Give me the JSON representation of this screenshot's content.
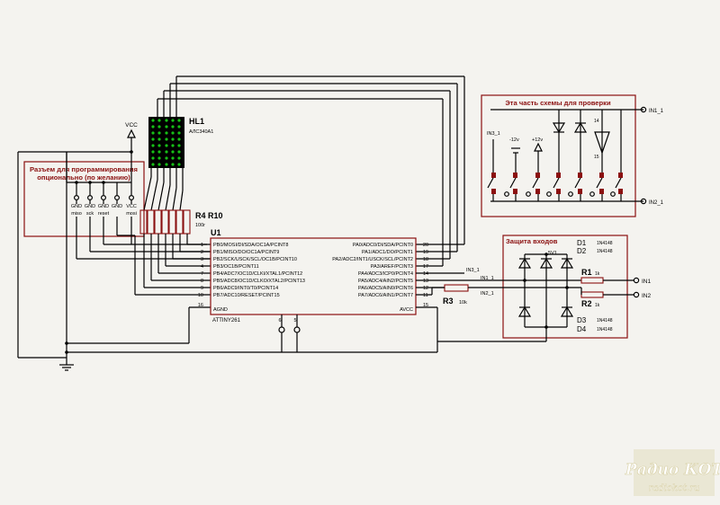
{
  "vcc_label": "VCC",
  "display": {
    "ref": "HL1",
    "part": "АЛС340А1"
  },
  "resistor_array": {
    "ref": "R4 R10",
    "value": "100r"
  },
  "programming_box": {
    "title_line1": "Разъем для программирования",
    "title_line2": "опционально (по желанию)",
    "pins_top": [
      "GND",
      "GND",
      "GND",
      "GND",
      "VCC"
    ],
    "pins_bottom": [
      "miso",
      "sck",
      "reset",
      "",
      "mosi"
    ]
  },
  "mcu": {
    "ref": "U1",
    "part": "ATTINY261",
    "left_pins": [
      {
        "num": "1",
        "name": "PB0/MOSI/DI/SDA/OC1A/PCINT8"
      },
      {
        "num": "2",
        "name": "PB1/MISO/DO/OC1A/PCINT9"
      },
      {
        "num": "3",
        "name": "PB2/SCK/USCK/SCL/OC1B/PCINT10"
      },
      {
        "num": "4",
        "name": "PB3/OC1B/PCINT11"
      },
      {
        "num": "7",
        "name": "PB4/ADC7/OC1D/CLKI/XTAL1/PCINT12"
      },
      {
        "num": "8",
        "name": "PB5/ADC8/OC1D/CLKO/XTAL2/PCINT13"
      },
      {
        "num": "9",
        "name": "PB6/ADC9/INT0/T0/PCINT14"
      },
      {
        "num": "10",
        "name": "PB7/ADC10/RESET/PCINT15"
      }
    ],
    "right_pins": [
      {
        "num": "20",
        "name": "PA0/ADC0/DI/SDA/PCINT0"
      },
      {
        "num": "19",
        "name": "PA1/ADC1/DO/PCINT1"
      },
      {
        "num": "18",
        "name": "PA2/ADC2/INT1/USCK/SCL/PCINT2"
      },
      {
        "num": "17",
        "name": "PA3/AREF/PCINT3"
      },
      {
        "num": "14",
        "name": "PA4/ADC3/ICP0/PCINT4"
      },
      {
        "num": "13",
        "name": "PA5/ADC4/AIN2/PCINT5"
      },
      {
        "num": "12",
        "name": "PA6/ADC5/AIN0/PCINT6"
      },
      {
        "num": "11",
        "name": "PA7/ADC6/AIN1/PCINT7"
      }
    ],
    "agnd": {
      "num": "16",
      "name": "AGND"
    },
    "avcc": {
      "num": "15",
      "name": "AVCC"
    },
    "bottom_pins": [
      "6",
      "5"
    ]
  },
  "r3": {
    "ref": "R3",
    "value": "10k"
  },
  "nets": {
    "in1": "IN1_1",
    "in2": "IN2_1",
    "in3": "IN3_1"
  },
  "test_box": {
    "title": "Эта часть схемы для проверки",
    "in3": "IN3_1",
    "minus12": "-12v",
    "plus12": "+12v",
    "pin14": "14",
    "pin15": "15",
    "out1": "IN1_1",
    "out2": "IN2_1"
  },
  "protection_box": {
    "title": "Защита входов",
    "d1": "D1",
    "d2": "D2",
    "d3": "D3",
    "d4": "D4",
    "d_part": "1N4148",
    "zener": "5V1",
    "r1": "R1",
    "r2": "R2",
    "r_value": "1k",
    "in1": "IN1",
    "in2": "IN2"
  },
  "watermark": {
    "line1": "Радио КОТ",
    "line2": "radiokot.ru"
  }
}
